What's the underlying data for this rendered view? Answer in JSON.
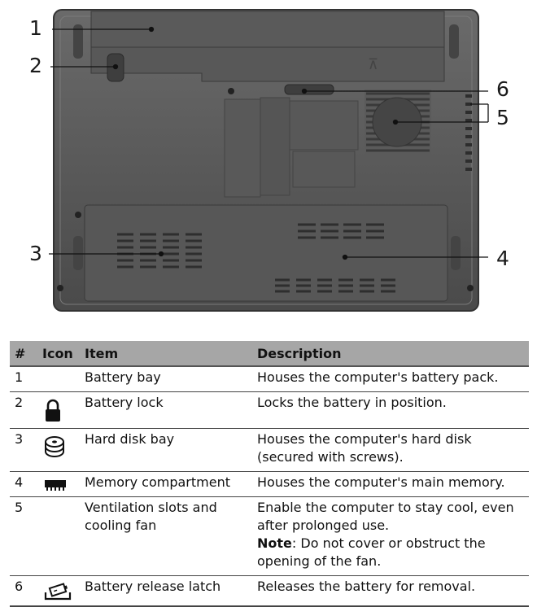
{
  "figure": {
    "callouts": [
      "1",
      "2",
      "3",
      "4",
      "5",
      "6"
    ]
  },
  "table": {
    "headers": {
      "num": "#",
      "icon": "Icon",
      "item": "Item",
      "description": "Description"
    },
    "rows": [
      {
        "num": "1",
        "icon": "",
        "item": "Battery bay",
        "description": "Houses the computer's battery pack."
      },
      {
        "num": "2",
        "icon": "lock-icon",
        "item": "Battery lock",
        "description": "Locks the battery in position."
      },
      {
        "num": "3",
        "icon": "hard-disk-icon",
        "item": "Hard disk bay",
        "description": "Houses the computer's hard disk (secured with screws)."
      },
      {
        "num": "4",
        "icon": "memory-icon",
        "item": "Memory compartment",
        "description": "Houses the computer's main memory."
      },
      {
        "num": "5",
        "icon": "",
        "item": "Ventilation slots and cooling fan",
        "description": "Enable the computer to stay cool, even after prolonged use.",
        "note_label": "Note",
        "note_text": ": Do not cover or obstruct the opening of the fan."
      },
      {
        "num": "6",
        "icon": "battery-release-icon",
        "item": "Battery release latch",
        "description": "Releases the battery for removal."
      }
    ]
  }
}
